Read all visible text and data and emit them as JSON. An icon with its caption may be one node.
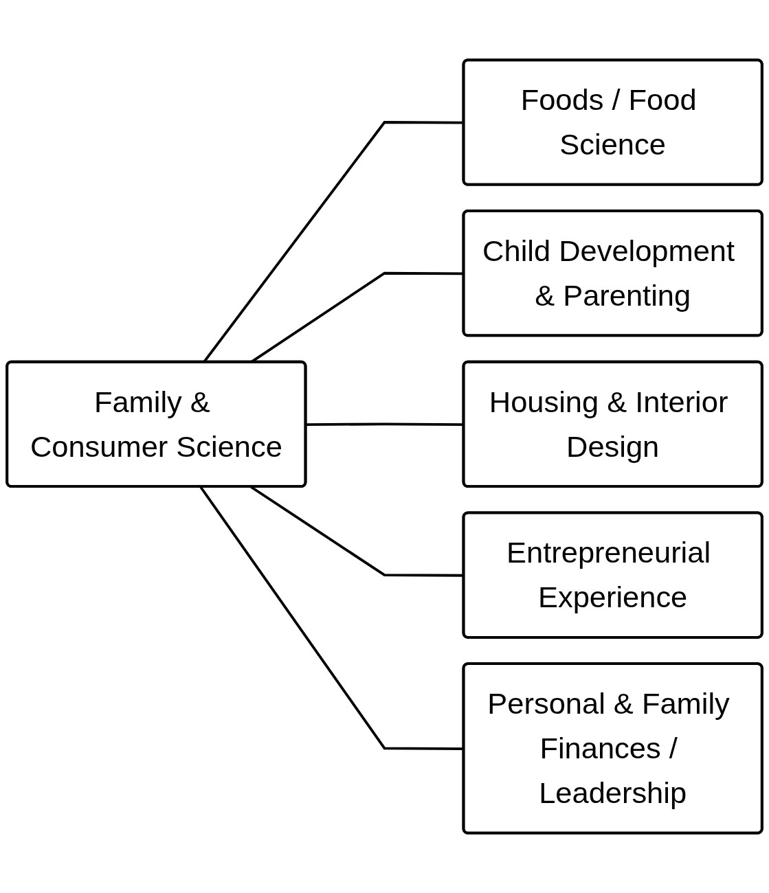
{
  "diagram": {
    "nodes": [
      {
        "text": [
          "Family & Consumer Science"
        ]
      },
      {
        "text": [
          "Foods / Food Science"
        ]
      },
      {
        "text": [
          "Child Development & Parenting"
        ]
      },
      {
        "text": [
          "Housing & Interior Design"
        ]
      },
      {
        "text": [
          "Entrepreneurial Experience"
        ]
      },
      {
        "text": [
          "Personal & Family Finances / Leadership"
        ]
      }
    ],
    "edges": [
      {
        "from": 0,
        "to": 1,
        "arrow": "none"
      },
      {
        "from": 0,
        "to": 2,
        "arrow": "none"
      },
      {
        "from": 0,
        "to": 3,
        "arrow": "none"
      },
      {
        "from": 0,
        "to": 4,
        "arrow": "none"
      },
      {
        "from": 0,
        "to": 5,
        "arrow": "none"
      }
    ]
  }
}
